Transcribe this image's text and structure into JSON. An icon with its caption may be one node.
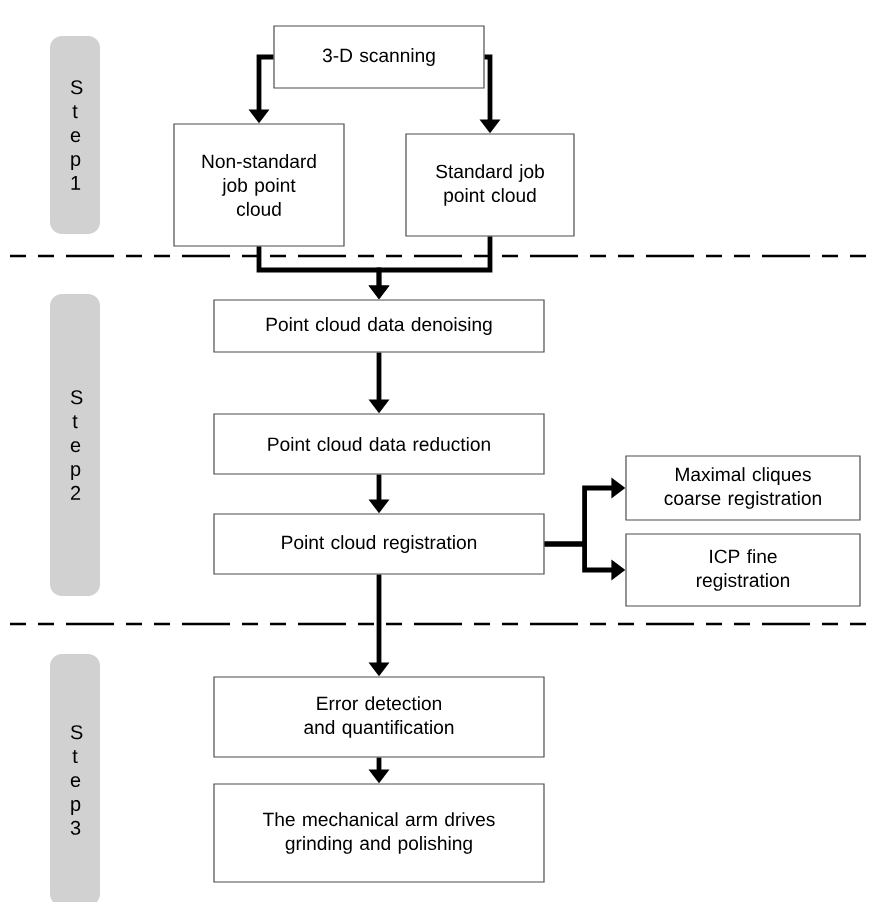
{
  "diagram": {
    "nodes": [
      {
        "text": [
          "Step 1"
        ]
      },
      {
        "text": [
          "3-D scanning"
        ]
      },
      {
        "text": [
          "Non-standard job point cloud"
        ]
      },
      {
        "text": [
          "Standard job point cloud"
        ]
      },
      {
        "text": [
          "Step 2"
        ]
      },
      {
        "text": [
          "Point cloud data denoising"
        ]
      },
      {
        "text": [
          "Point cloud data reduction"
        ]
      },
      {
        "text": [
          "Point cloud registration"
        ]
      },
      {
        "text": [
          "Maximal cliques coarse registration"
        ]
      },
      {
        "text": [
          "ICP fine registration"
        ]
      },
      {
        "text": [
          "Step 3"
        ]
      },
      {
        "text": [
          "Error detection and quantification"
        ]
      },
      {
        "text": [
          "The mechanical arm drives grinding and polishing"
        ]
      }
    ],
    "edges": [
      {
        "from": 1,
        "to": 2,
        "arrow": "to"
      },
      {
        "from": 1,
        "to": 3,
        "arrow": "to"
      },
      {
        "from": 2,
        "to": 5,
        "arrow": "to"
      },
      {
        "from": 3,
        "to": 5,
        "arrow": "to"
      },
      {
        "from": 5,
        "to": 6,
        "arrow": "to"
      },
      {
        "from": 6,
        "to": 7,
        "arrow": "to"
      },
      {
        "from": 7,
        "to": 8,
        "arrow": "to"
      },
      {
        "from": 7,
        "to": 9,
        "arrow": "to"
      },
      {
        "from": 7,
        "to": 11,
        "arrow": "to"
      },
      {
        "from": 11,
        "to": 12,
        "arrow": "to"
      }
    ]
  }
}
